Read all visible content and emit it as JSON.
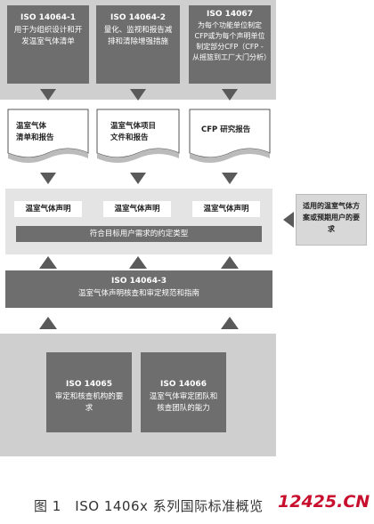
{
  "top_boxes": [
    {
      "title": "ISO 14064-1",
      "text": "用于为组织设计和开发温室气体清单"
    },
    {
      "title": "ISO 14064-2",
      "text": "量化、监视和报告减排和清除增强措施"
    },
    {
      "title": "ISO 14067",
      "text": "为每个功能单位制定CFP或为每个声明单位制定部分CFP（CFP - 从摇篮到工厂大门分析）"
    }
  ],
  "documents": [
    {
      "line1": "温室气体",
      "line2": "清单和报告"
    },
    {
      "line1": "温室气体项目",
      "line2": "文件和报告"
    },
    {
      "line1": "CFP 研究报告",
      "line2": ""
    }
  ],
  "declarations": [
    "温室气体声明",
    "温室气体声明",
    "温室气体声明"
  ],
  "agreement_bar": "符合目标用户需求的约定类型",
  "side_note": "适用的温室气体方案或预期用户的要求",
  "iso_14064_3": {
    "title": "ISO 14064-3",
    "text": "温室气体声明核查和审定规范和指南"
  },
  "bottom_boxes": [
    {
      "title": "ISO 14065",
      "text": "审定和核查机构的要求"
    },
    {
      "title": "ISO 14066",
      "text": "温室气体审定团队和核查团队的能力"
    }
  ],
  "caption": "图 1　ISO 1406x 系列国际标准概览",
  "watermark": "12425.CN",
  "colors": {
    "dark_box": "#6e6e6e",
    "arrow": "#5a5a5a",
    "band": "#e4e4e4",
    "watermark_red": "#c8102e"
  }
}
